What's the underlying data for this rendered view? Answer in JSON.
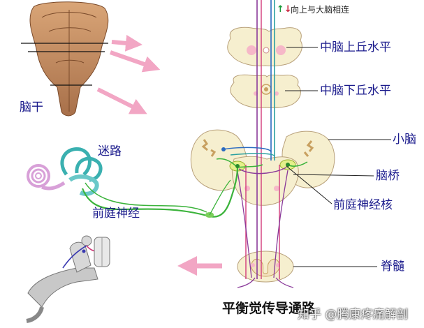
{
  "labels": {
    "top_note": "向上与大脑相连",
    "midbrain_superior": "中脑上丘水平",
    "midbrain_inferior": "中脑下丘水平",
    "cerebellum": "小脑",
    "pons": "脑桥",
    "vestibular_nucleus": "前庭神经核",
    "spinal_cord": "脊髓",
    "brainstem": "脑干",
    "labyrinth": "迷路",
    "vestibular_nerve": "前庭神经",
    "title": "平衡觉传导通路",
    "watermark": "知乎 @腾康疼痛解剖"
  },
  "colors": {
    "label_text": "#1a1a8c",
    "pathway_green": "#3bb33b",
    "pathway_purple": "#8a3a9a",
    "pathway_blue": "#2a6ac0",
    "pathway_pink": "#d23a7a",
    "section_fill": "#f6efcf",
    "arrow_pink": "#f2a6c4"
  },
  "icons": {
    "top_note_icon": "up-down-arrows-icon"
  }
}
